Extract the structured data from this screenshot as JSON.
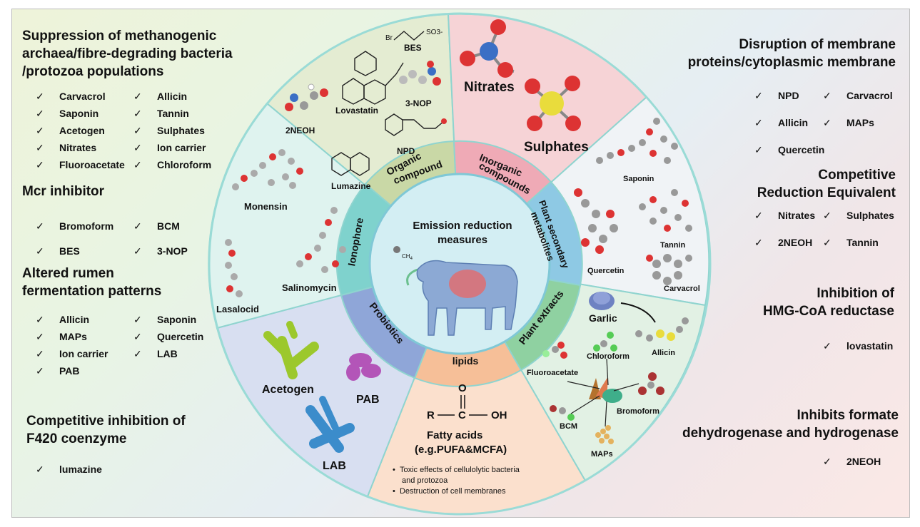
{
  "center": {
    "title_line1": "Emission reduction",
    "title_line2": "measures",
    "ch4": "CH4"
  },
  "sectors": {
    "organic": "Organic compound",
    "inorganic": "Inorganic compounds",
    "psm": "Plant secondary metabolites",
    "extracts": "Plant extracts",
    "lipids": "lipids",
    "probiotics": "Probiotics",
    "ionophore": "Ionophore"
  },
  "molecules": {
    "bes": "BES",
    "so3": "SO3-",
    "br": "Br",
    "lovastatin": "Lovastatin",
    "nop": "3-NOP",
    "twoneoh": "2NEOH",
    "npd": "NPD",
    "lumazine": "Lumazine",
    "nitrates": "Nitrates",
    "sulphates": "Sulphates",
    "saponin": "Saponin",
    "tannin": "Tannin",
    "quercetin": "Quercetin",
    "carvacrol": "Carvacrol",
    "garlic": "Garlic",
    "allicin": "Allicin",
    "chloroform": "Chloroform",
    "fluoroacetate": "Fluoroacetate",
    "bromoform": "Bromoform",
    "bcm": "BCM",
    "maps": "MAPs",
    "monensin": "Monensin",
    "salinomycin": "Salinomycin",
    "lasalocid": "Lasalocid",
    "acetogen": "Acetogen",
    "pab": "PAB",
    "lab": "LAB"
  },
  "lipids": {
    "o": "O",
    "r": "R",
    "c": "C",
    "oh": "OH",
    "fatty_acids": "Fatty acids",
    "example": "(e.g.PUFA&MCFA)",
    "bullets": [
      "Toxic effects of cellulolytic bacteria",
      "and protozoa",
      "Destruction of cell membranes"
    ]
  },
  "left": {
    "h1": [
      "Suppression of methanogenic",
      "archaea/fibre-degrading bacteria",
      "/protozoa populations"
    ],
    "h1_items": [
      [
        "Carvacrol",
        "Allicin"
      ],
      [
        "Saponin",
        "Tannin"
      ],
      [
        "Acetogen",
        "Sulphates"
      ],
      [
        "Nitrates",
        "Ion carrier"
      ],
      [
        "Fluoroacetate",
        "Chloroform"
      ]
    ],
    "h2": "Mcr inhibitor",
    "h2_items": [
      [
        "Bromoform",
        "BCM"
      ],
      [
        "BES",
        "3-NOP"
      ]
    ],
    "h3": [
      "Altered rumen",
      "fermentation patterns"
    ],
    "h3_items": [
      [
        "Allicin",
        "Saponin"
      ],
      [
        "MAPs",
        "Quercetin"
      ],
      [
        "Ion carrier",
        "LAB"
      ],
      [
        "PAB",
        ""
      ]
    ],
    "h4": [
      "Competitive inhibition of",
      "F420 coenzyme"
    ],
    "h4_items": [
      "lumazine"
    ]
  },
  "right": {
    "h1": [
      "Disruption of membrane",
      "proteins/cytoplasmic membrane"
    ],
    "h1_items": [
      [
        "NPD",
        "Carvacrol"
      ],
      [
        "Allicin",
        "MAPs"
      ],
      [
        "Quercetin",
        ""
      ]
    ],
    "h2": [
      "Competitive",
      "Reduction Equivalent"
    ],
    "h2_items": [
      [
        "Nitrates",
        "Sulphates"
      ],
      [
        "2NEOH",
        "Tannin"
      ]
    ],
    "h3": [
      "Inhibition of",
      "HMG-CoA reductase"
    ],
    "h3_items": [
      "lovastatin"
    ],
    "h4": [
      "Inhibits formate",
      "dehydrogenase and hydrogenase"
    ],
    "h4_items": [
      "2NEOH"
    ]
  },
  "check": "✓",
  "colors": {
    "organic": "#e4ecd2",
    "inorganic": "#f6d3d6",
    "psm": "#f0f3f6",
    "extracts": "#e2f1e4",
    "lipids": "#fbe0cd",
    "probiotics": "#d8dff1",
    "ionophore": "#dff3ef"
  }
}
